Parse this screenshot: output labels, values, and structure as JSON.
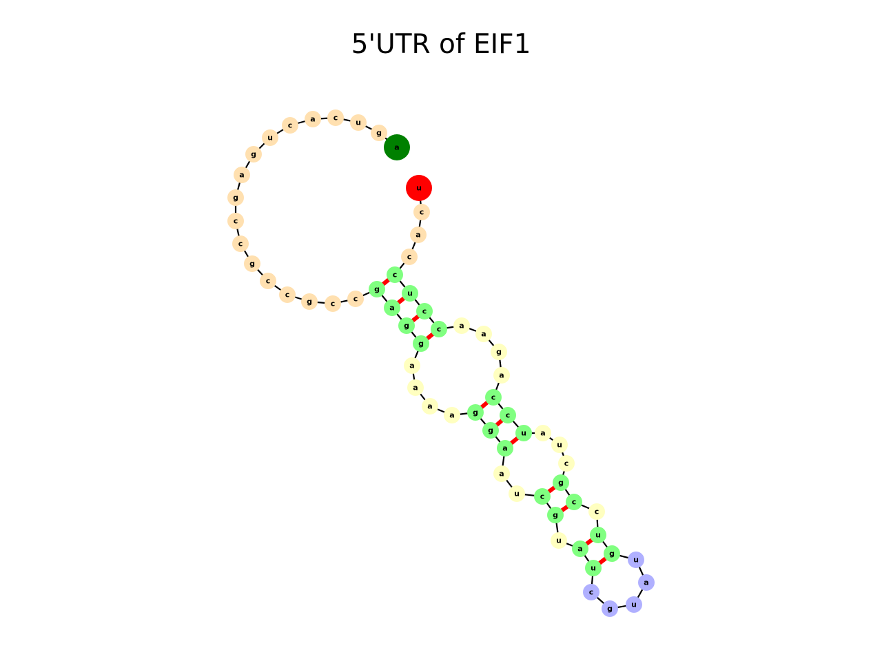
{
  "title": "5'UTR of EIF1",
  "structure": {
    "five_prime_color": "#008000",
    "three_prime_color": "#ff0000",
    "backbone_color": "#000000",
    "pair_color": "#ff0000",
    "region_colors": {
      "exterior_loop": "#ffe0b0",
      "stem": "#80ff80",
      "interior_loop": "#ffffc0",
      "hairpin_loop": "#b0b0ff"
    },
    "bases": [
      {
        "label": "a",
        "region": "five_prime"
      },
      {
        "label": "g",
        "region": "exterior_loop"
      },
      {
        "label": "u",
        "region": "exterior_loop"
      },
      {
        "label": "c",
        "region": "exterior_loop"
      },
      {
        "label": "a",
        "region": "exterior_loop"
      },
      {
        "label": "c",
        "region": "exterior_loop"
      },
      {
        "label": "u",
        "region": "exterior_loop"
      },
      {
        "label": "g",
        "region": "exterior_loop"
      },
      {
        "label": "a",
        "region": "exterior_loop"
      },
      {
        "label": "g",
        "region": "exterior_loop"
      },
      {
        "label": "c",
        "region": "exterior_loop"
      },
      {
        "label": "c",
        "region": "exterior_loop"
      },
      {
        "label": "g",
        "region": "exterior_loop"
      },
      {
        "label": "c",
        "region": "exterior_loop"
      },
      {
        "label": "c",
        "region": "exterior_loop"
      },
      {
        "label": "g",
        "region": "exterior_loop"
      },
      {
        "label": "c",
        "region": "exterior_loop"
      },
      {
        "label": "c",
        "region": "exterior_loop"
      },
      {
        "label": "g",
        "region": "stem"
      },
      {
        "label": "a",
        "region": "stem"
      },
      {
        "label": "g",
        "region": "stem"
      },
      {
        "label": "g",
        "region": "stem"
      },
      {
        "label": "a",
        "region": "interior_loop"
      },
      {
        "label": "a",
        "region": "interior_loop"
      },
      {
        "label": "a",
        "region": "interior_loop"
      },
      {
        "label": "a",
        "region": "interior_loop"
      },
      {
        "label": "g",
        "region": "stem"
      },
      {
        "label": "g",
        "region": "stem"
      },
      {
        "label": "a",
        "region": "stem"
      },
      {
        "label": "a",
        "region": "interior_loop"
      },
      {
        "label": "u",
        "region": "interior_loop"
      },
      {
        "label": "c",
        "region": "stem"
      },
      {
        "label": "g",
        "region": "stem"
      },
      {
        "label": "u",
        "region": "interior_loop"
      },
      {
        "label": "a",
        "region": "stem"
      },
      {
        "label": "u",
        "region": "stem"
      },
      {
        "label": "c",
        "region": "hairpin_loop"
      },
      {
        "label": "g",
        "region": "hairpin_loop"
      },
      {
        "label": "u",
        "region": "hairpin_loop"
      },
      {
        "label": "a",
        "region": "hairpin_loop"
      },
      {
        "label": "u",
        "region": "hairpin_loop"
      },
      {
        "label": "g",
        "region": "stem"
      },
      {
        "label": "u",
        "region": "stem"
      },
      {
        "label": "c",
        "region": "interior_loop"
      },
      {
        "label": "c",
        "region": "stem"
      },
      {
        "label": "g",
        "region": "stem"
      },
      {
        "label": "c",
        "region": "interior_loop"
      },
      {
        "label": "u",
        "region": "interior_loop"
      },
      {
        "label": "a",
        "region": "interior_loop"
      },
      {
        "label": "u",
        "region": "stem"
      },
      {
        "label": "c",
        "region": "stem"
      },
      {
        "label": "c",
        "region": "stem"
      },
      {
        "label": "a",
        "region": "interior_loop"
      },
      {
        "label": "g",
        "region": "interior_loop"
      },
      {
        "label": "a",
        "region": "interior_loop"
      },
      {
        "label": "a",
        "region": "interior_loop"
      },
      {
        "label": "c",
        "region": "stem"
      },
      {
        "label": "c",
        "region": "stem"
      },
      {
        "label": "u",
        "region": "stem"
      },
      {
        "label": "c",
        "region": "stem"
      },
      {
        "label": "c",
        "region": "exterior_loop"
      },
      {
        "label": "a",
        "region": "exterior_loop"
      },
      {
        "label": "c",
        "region": "exterior_loop"
      },
      {
        "label": "u",
        "region": "three_prime"
      }
    ],
    "pairs": [
      [
        18,
        59
      ],
      [
        19,
        58
      ],
      [
        20,
        57
      ],
      [
        21,
        56
      ],
      [
        26,
        51
      ],
      [
        27,
        50
      ],
      [
        28,
        49
      ],
      [
        31,
        45
      ],
      [
        32,
        44
      ],
      [
        34,
        42
      ],
      [
        35,
        41
      ]
    ]
  }
}
